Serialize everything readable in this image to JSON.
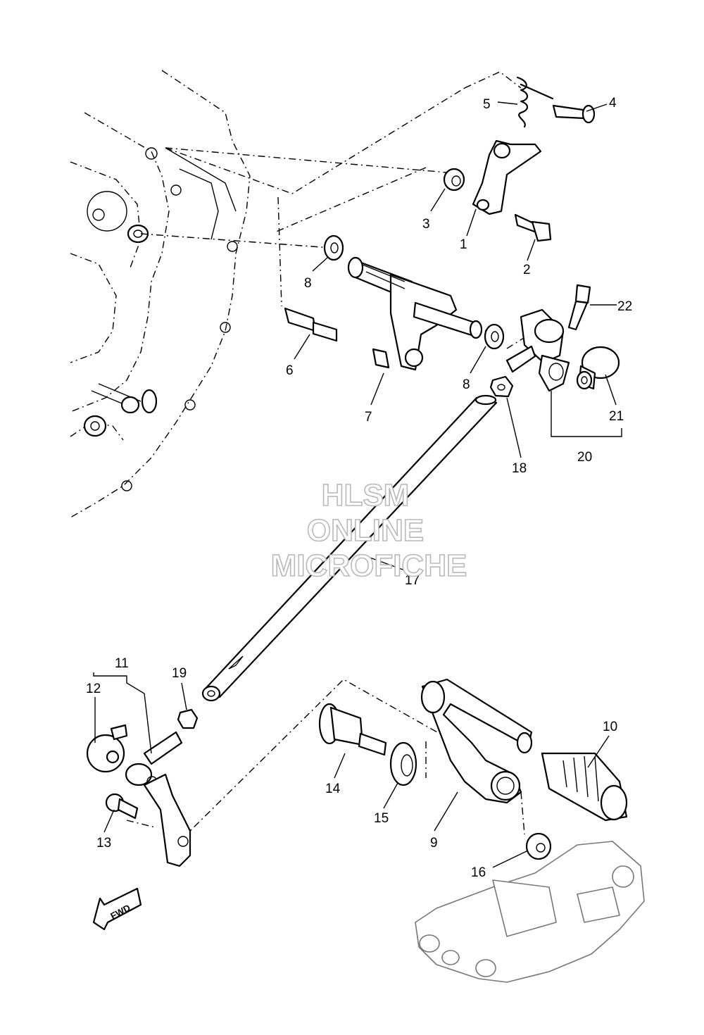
{
  "watermark": {
    "line1": "HLSM",
    "line2": "ONLINE",
    "line3": "MICROFICHE"
  },
  "direction_arrow": {
    "label": "FWD",
    "icon": "fwd-arrow-icon"
  },
  "callouts": {
    "c1": "1",
    "c2": "2",
    "c3": "3",
    "c4": "4",
    "c5": "5",
    "c6": "6",
    "c7": "7",
    "c8a": "8",
    "c8b": "8",
    "c9": "9",
    "c10": "10",
    "c11": "11",
    "c12": "12",
    "c13": "13",
    "c14": "14",
    "c15": "15",
    "c16": "16",
    "c17": "17",
    "c18": "18",
    "c19": "19",
    "c20": "20",
    "c21": "21",
    "c22": "22"
  }
}
